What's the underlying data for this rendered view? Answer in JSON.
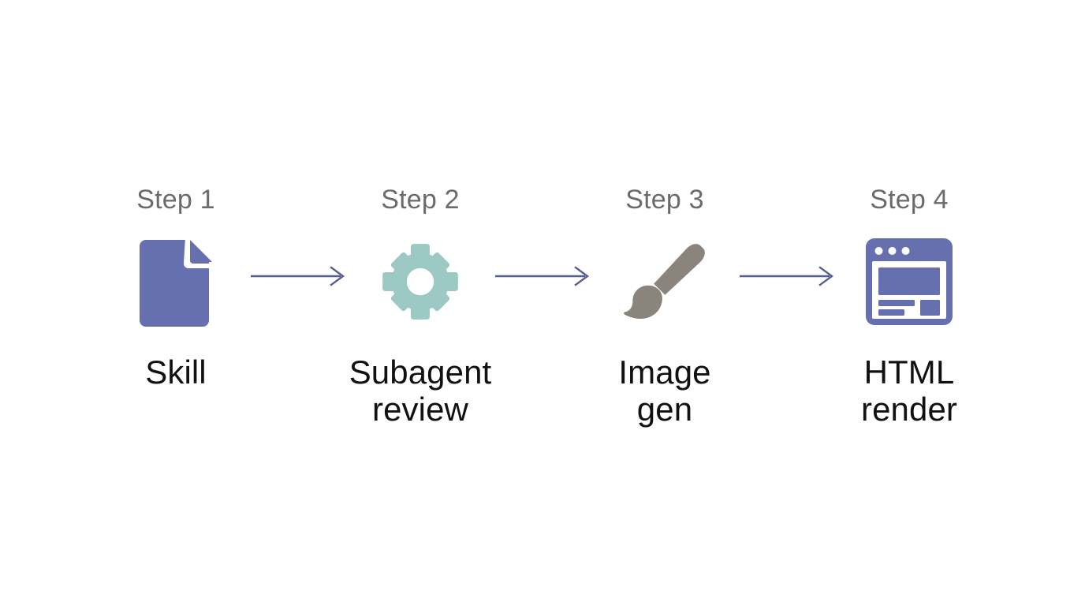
{
  "diagram": {
    "background_color": "#ffffff",
    "orientation": "horizontal-left-to-right",
    "step_label_color": "#6b6b6b",
    "step_title_color": "#111111",
    "arrow_color": "#565f93",
    "steps": [
      {
        "label": "Step 1",
        "title": "Skill",
        "icon": "document-icon",
        "icon_color": "#6670ae"
      },
      {
        "label": "Step 2",
        "title": "Subagent\nreview",
        "icon": "gear-icon",
        "icon_color": "#9cc9c4"
      },
      {
        "label": "Step 3",
        "title": "Image gen",
        "icon": "paintbrush-icon",
        "icon_color": "#8a847c"
      },
      {
        "label": "Step 4",
        "title": "HTML\nrender",
        "icon": "browser-window-icon",
        "icon_color": "#6670ae"
      }
    ],
    "connectors": [
      {
        "name": "arrow-step1-to-step2",
        "icon": "arrow-right-icon"
      },
      {
        "name": "arrow-step2-to-step3",
        "icon": "arrow-right-icon"
      },
      {
        "name": "arrow-step3-to-step4",
        "icon": "arrow-right-icon"
      }
    ]
  }
}
